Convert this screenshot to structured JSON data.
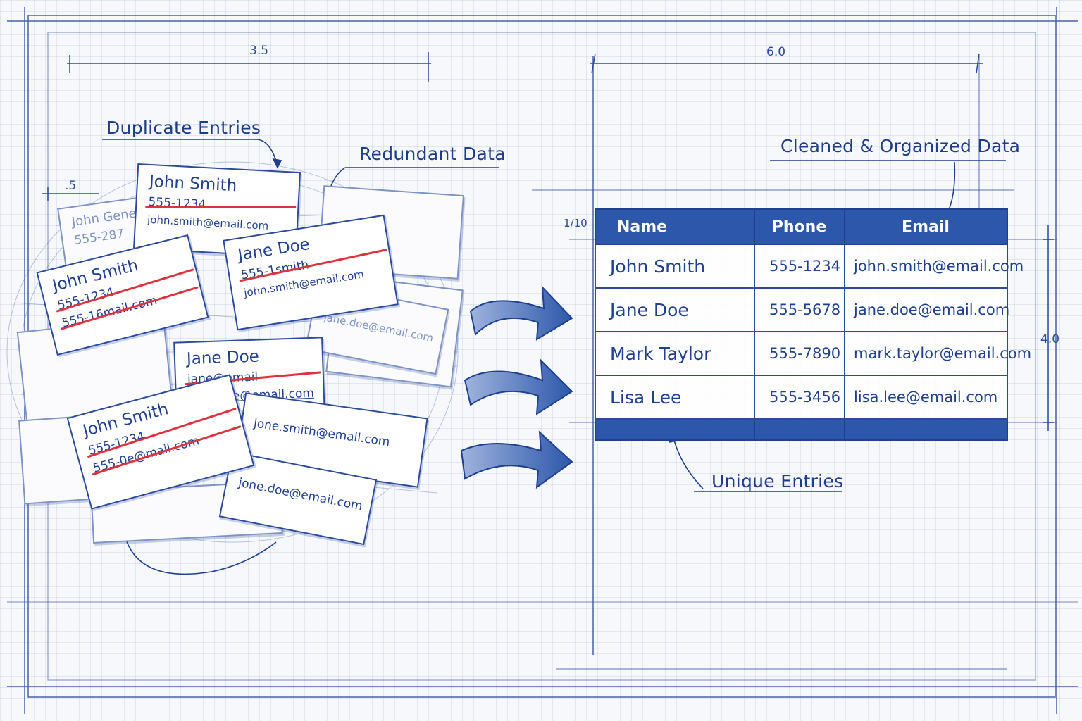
{
  "dimensions": {
    "top_left": "3.5",
    "top_right": "6.0",
    "side_left": ".5",
    "row_marker": "1/10",
    "right_side": "4.0"
  },
  "labels": {
    "duplicate_entries": "Duplicate Entries",
    "redundant_data": "Redundant Data",
    "cleaned_data": "Cleaned & Organized Data",
    "unique_entries": "Unique Entries"
  },
  "cards": [
    {
      "name": "John Smith",
      "phone": "555-1234",
      "email": "john.smith@email.com"
    },
    {
      "name": "Jane Doe",
      "phone": "555-1smith",
      "email": "john.smith@email.com"
    },
    {
      "name": "John Smith",
      "phone": "555-1234",
      "email": "555-16mail.com"
    },
    {
      "name": "Jane Doe",
      "phone": "jane@email",
      "email": "jane.doe@email.com"
    },
    {
      "name": "John Smith",
      "phone": "555-1234",
      "email": "555-0e@mail.com"
    },
    {
      "email": "jone.smith@email.com"
    },
    {
      "email": "jone.doe@email.com"
    },
    {
      "name": "John Gene",
      "phone": "555-287"
    },
    {
      "email": "jane.doe@email.com"
    }
  ],
  "table": {
    "headers": [
      "Name",
      "Phone",
      "Email"
    ],
    "rows": [
      [
        "John Smith",
        "555-1234",
        "john.smith@email.com"
      ],
      [
        "Jane Doe",
        "555-5678",
        "jane.doe@email.com"
      ],
      [
        "Mark Taylor",
        "555-7890",
        "mark.taylor@email.com"
      ],
      [
        "Lisa Lee",
        "555-3456",
        "lisa.lee@email.com"
      ]
    ]
  },
  "colors": {
    "ink": "#1f3f8f",
    "header": "#2c57aa",
    "strike": "#e0323c",
    "paper": "#f7f8fb"
  },
  "icons": [
    "flow-arrow-icon",
    "pointer-arrow-icon"
  ]
}
